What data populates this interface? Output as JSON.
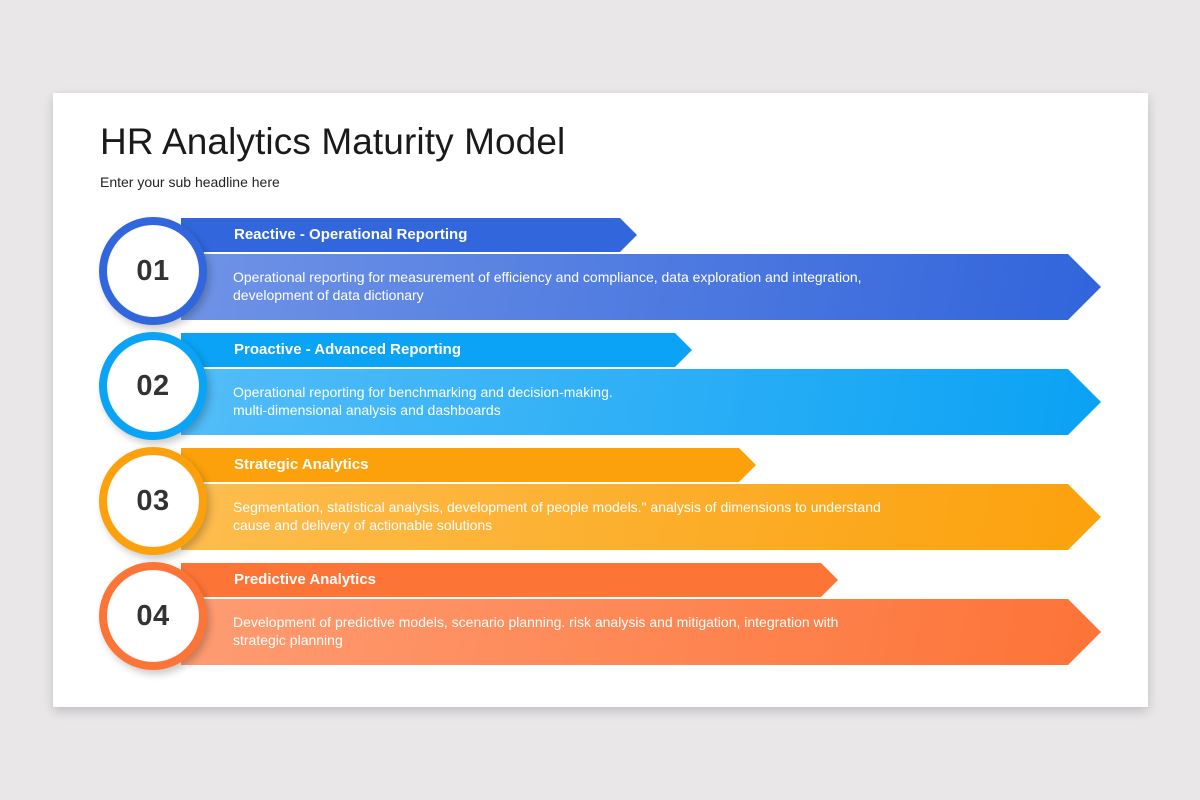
{
  "slide": {
    "title": "HR Analytics Maturity Model",
    "subtitle": "Enter your sub headline here"
  },
  "steps": [
    {
      "number": "01",
      "heading": "Reactive - Operational Reporting",
      "lines": [
        "Operational reporting for measurement of efficiency and compliance, data exploration and integration,",
        "development of data dictionary"
      ],
      "colors": {
        "header": "#3166dc",
        "body_light": "#6f93e6",
        "body_dark": "#3164db",
        "ring": "#3166dc"
      }
    },
    {
      "number": "02",
      "heading": "Proactive - Advanced Reporting",
      "lines": [
        "Operational reporting for benchmarking and decision-making.",
        "multi-dimensional analysis and dashboards"
      ],
      "colors": {
        "header": "#0aa3f5",
        "body_light": "#53bdf8",
        "body_dark": "#0aa2f4",
        "ring": "#0aa3f5"
      }
    },
    {
      "number": "03",
      "heading": "Strategic Analytics",
      "lines": [
        "Segmentation, statistical analysis, development of people models.\" analysis of dimensions to understand",
        "cause and delivery of actionable solutions"
      ],
      "colors": {
        "header": "#fca10b",
        "body_light": "#fdbd4e",
        "body_dark": "#fca10c",
        "ring": "#fca10b"
      }
    },
    {
      "number": "04",
      "heading": "Predictive Analytics",
      "lines": [
        "Development of predictive models, scenario planning. risk analysis and mitigation, integration with",
        "strategic planning"
      ],
      "colors": {
        "header": "#fd7437",
        "body_light": "#fe9c73",
        "body_dark": "#fd7337",
        "ring": "#fd7437"
      }
    }
  ]
}
